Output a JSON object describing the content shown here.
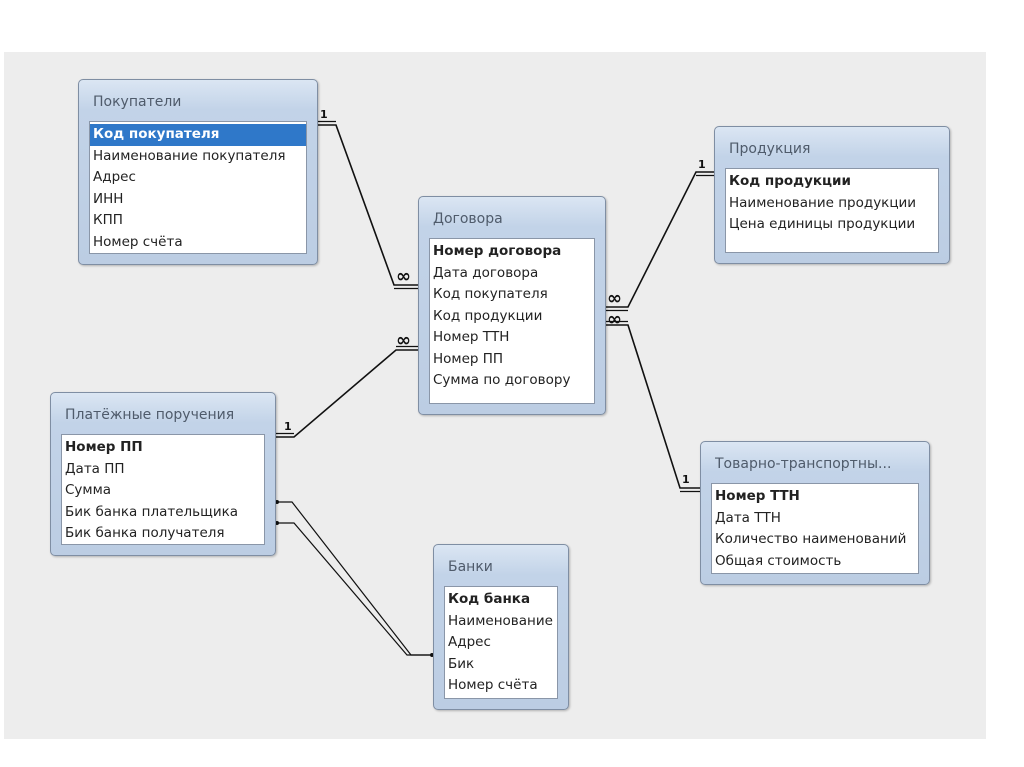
{
  "tables": {
    "pokupateli": {
      "title": "Покупатели",
      "fields": [
        "Код покупателя",
        "Наименование покупателя",
        "Адрес",
        "ИНН",
        "КПП",
        "Номер счёта"
      ]
    },
    "dogovora": {
      "title": "Договора",
      "fields": [
        "Номер договора",
        "Дата договора",
        "Код покупателя",
        "Код продукции",
        "Номер ТТН",
        "Номер ПП",
        "Сумма по договору"
      ]
    },
    "produktsiya": {
      "title": "Продукция",
      "fields": [
        "Код продукции",
        "Наименование продукции",
        "Цена единицы продукции"
      ]
    },
    "platezhnye": {
      "title": "Платёжные поручения",
      "fields": [
        "Номер ПП",
        "Дата ПП",
        "Сумма",
        "Бик банка плательщика",
        "Бик банка получателя"
      ]
    },
    "tovarno": {
      "title": "Товарно-транспортны...",
      "fields": [
        "Номер ТТН",
        "Дата ТТН",
        "Количество наименований",
        "Общая стоимость"
      ]
    },
    "banki": {
      "title": "Банки",
      "fields": [
        "Код банка",
        "Наименование",
        "Адрес",
        "Бик",
        "Номер счёта"
      ]
    }
  },
  "relations": [
    {
      "from": "pokupateli",
      "to": "dogovora",
      "one": "1",
      "many": "∞"
    },
    {
      "from": "produktsiya",
      "to": "dogovora",
      "one": "1",
      "many": "∞"
    },
    {
      "from": "platezhnye",
      "to": "dogovora",
      "one": "1",
      "many": "∞"
    },
    {
      "from": "tovarno",
      "to": "dogovora",
      "one": "1",
      "many": "∞"
    },
    {
      "from": "platezhnye",
      "to": "banki",
      "one": "",
      "many": ""
    }
  ]
}
